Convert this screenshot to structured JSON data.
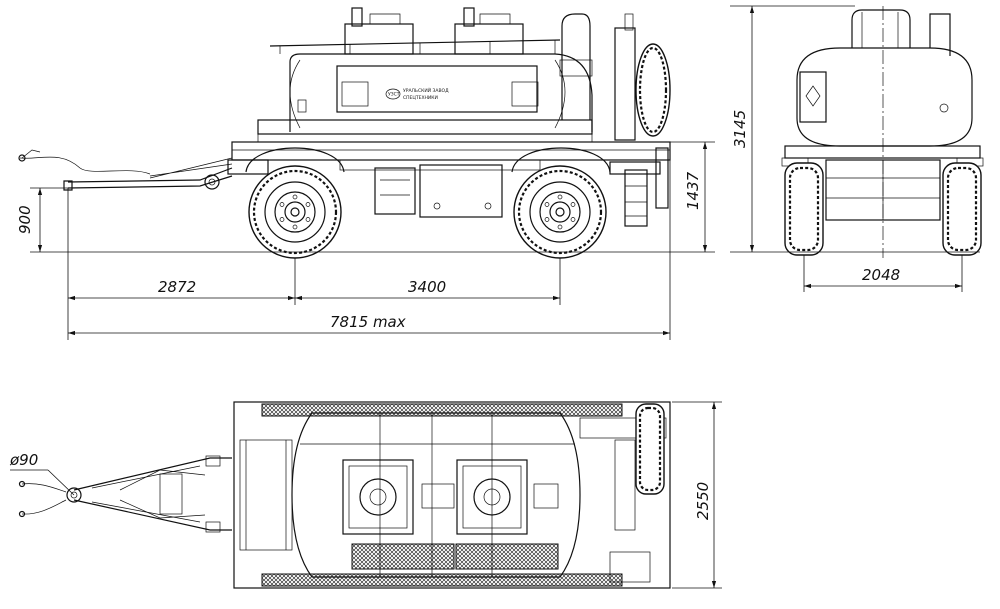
{
  "dimensions": {
    "hitch_height": "900",
    "frame_height": "1437",
    "total_height": "3145",
    "hitch_to_axle": "2872",
    "axle_base": "3400",
    "total_length": "7815 max",
    "track_width": "2048",
    "total_width": "2550",
    "eye_diameter": "ø90"
  },
  "plate_text": {
    "line1": "УРАЛЬСКИЙ ЗАВОД",
    "line2": "СПЕЦТЕХНИКИ",
    "logo": "УЗСТ"
  }
}
